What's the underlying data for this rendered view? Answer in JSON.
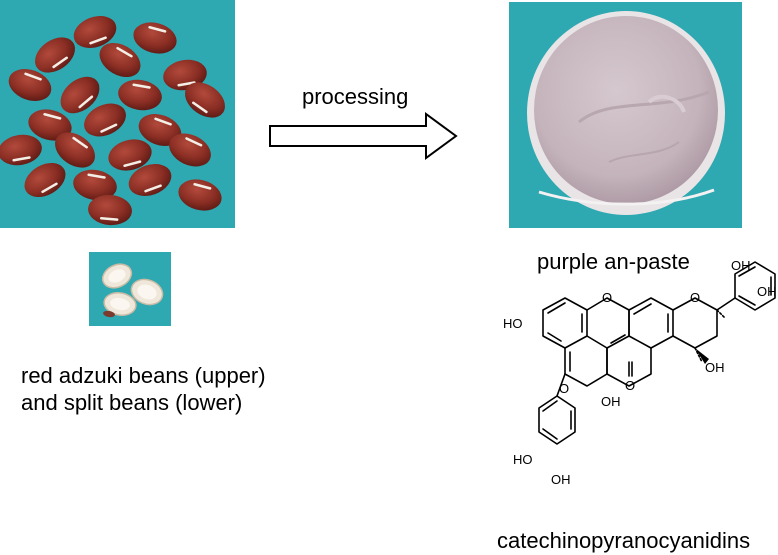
{
  "arrow": {
    "label": "processing"
  },
  "left": {
    "caption_line1": "red adzuki beans (upper)",
    "caption_line2": "and split beans (lower)"
  },
  "right": {
    "caption": "purple an-paste",
    "compound_name": "catechinopyranocyanidins",
    "substituents": {
      "oh": "OH",
      "ho": "HO",
      "ketone_o": "O",
      "ring_o": "O"
    }
  },
  "colors": {
    "teal_background": "#2ea8b1",
    "bean_red": "#8b2e24",
    "paste_purple": "#c7b6be"
  }
}
